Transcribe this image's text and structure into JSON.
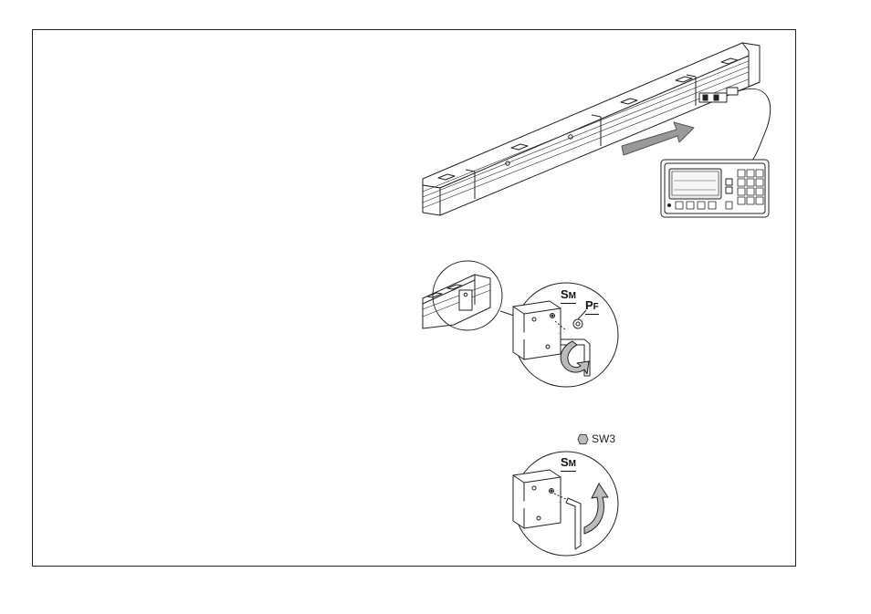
{
  "labels": {
    "sm_main": "S",
    "sm_sub": "M",
    "pf_main": "P",
    "pf_sub": "F",
    "sm2_main": "S",
    "sm2_sub": "M",
    "tool_size": "SW3"
  },
  "icons": {
    "arrow": "direction-arrow-icon",
    "tool": "hex-wrench-icon",
    "hex": "hexagon-icon"
  },
  "colors": {
    "line": "#222222",
    "arrow_fill": "#999999",
    "screen_fill": "#e8e8e8",
    "tool_arrow_fill": "#bbbbbb"
  }
}
